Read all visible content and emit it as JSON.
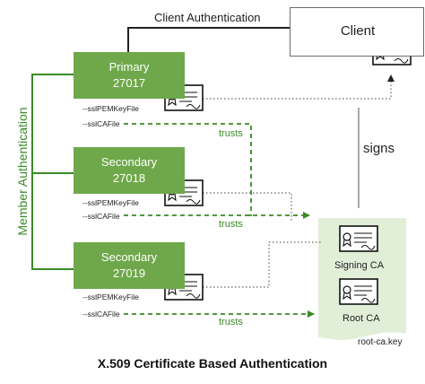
{
  "title": "X.509 Certificate Based Authentication",
  "client_auth_label": "Client Authentication",
  "member_auth_label": "Member Authentication",
  "signs_label": "signs",
  "client": {
    "label": "Client"
  },
  "members": [
    {
      "role": "Primary",
      "port": "27017",
      "pem_option": "--sslPEMKeyFile",
      "ca_option": "--sslCAFile"
    },
    {
      "role": "Secondary",
      "port": "27018",
      "pem_option": "--sslPEMKeyFile",
      "ca_option": "--sslCAFile"
    },
    {
      "role": "Secondary",
      "port": "27019",
      "pem_option": "--sslPEMKeyFile",
      "ca_option": "--sslCAFile"
    }
  ],
  "trusts_label": "trusts",
  "key_file": {
    "signing_ca_label": "Signing CA",
    "root_ca_label": "Root CA",
    "file_label": "root-ca.key"
  },
  "colors": {
    "green": "#6fa84a",
    "dark_green": "#3a8a26",
    "doc_fill": "#e2efd8"
  },
  "icons": {
    "certificate": "certificate-icon"
  }
}
